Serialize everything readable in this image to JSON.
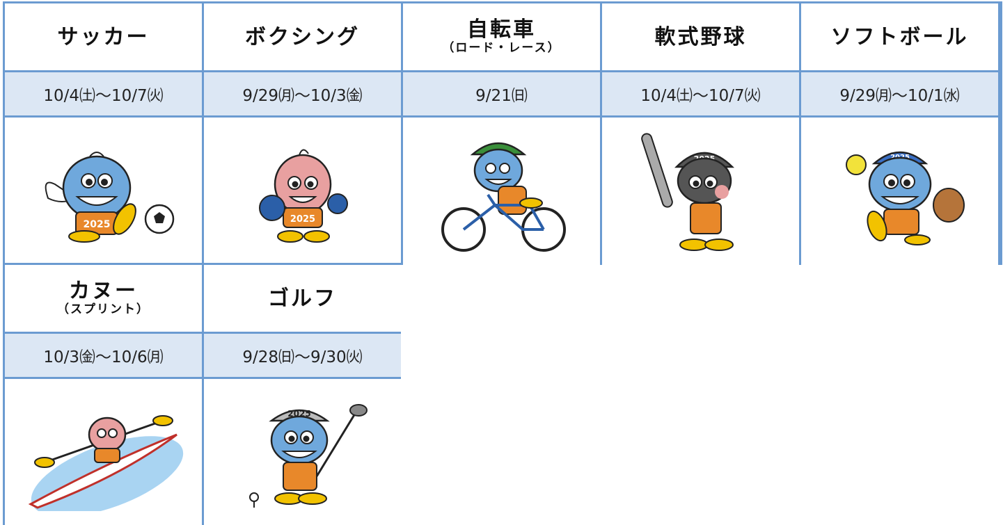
{
  "events": [
    {
      "name": "サッカー",
      "sub": "",
      "dates": "10/4㈯～10/7㈫",
      "icon": "mascot-soccer-icon"
    },
    {
      "name": "ボクシング",
      "sub": "",
      "dates": "9/29㈪～10/3㈮",
      "icon": "mascot-boxing-icon"
    },
    {
      "name": "自転車",
      "sub": "（ロード・レース）",
      "dates": "9/21㈰",
      "icon": "mascot-cycling-icon"
    },
    {
      "name": "軟式野球",
      "sub": "",
      "dates": "10/4㈯～10/7㈫",
      "icon": "mascot-baseball-icon"
    },
    {
      "name": "ソフトボール",
      "sub": "",
      "dates": "9/29㈪～10/1㈬",
      "icon": "mascot-softball-icon"
    },
    {
      "name": "カヌー",
      "sub": "（スプリント）",
      "dates": "10/3㈮～10/6㈪",
      "icon": "mascot-canoe-icon"
    },
    {
      "name": "ゴルフ",
      "sub": "",
      "dates": "9/28㈰～9/30㈫",
      "icon": "mascot-golf-icon"
    }
  ],
  "colors": {
    "border": "#6b9bd1",
    "date_bg": "#dce7f4",
    "mascot_body": "#6fa8dc",
    "mascot_pink": "#e8a0a0",
    "mascot_orange": "#e8882a",
    "mascot_yellow": "#f2c200"
  }
}
